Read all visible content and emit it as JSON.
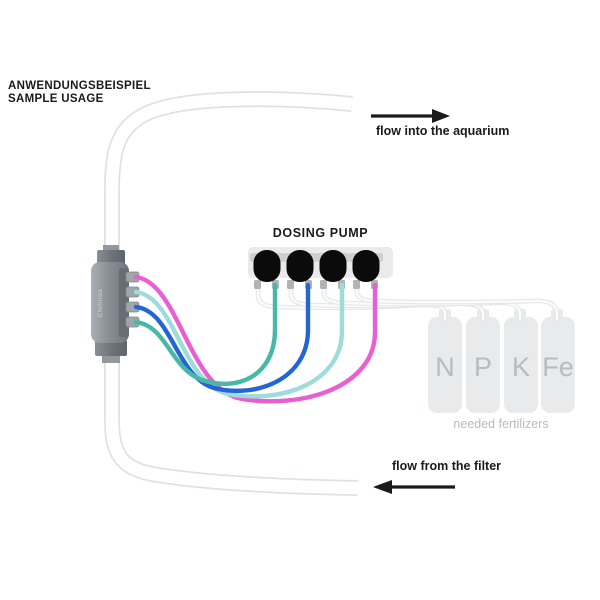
{
  "title": {
    "line1": "ANWENDUNGSBEISPIEL",
    "line2": "SAMPLE USAGE"
  },
  "labels": {
    "dosing_pump": "DOSING PUMP",
    "flow_in": "flow into the aquarium",
    "flow_out": "flow from the filter",
    "needed_fertilizers": "needed fertilizers",
    "device_brand": "Chihiros"
  },
  "bottles": [
    {
      "label": "N"
    },
    {
      "label": "P"
    },
    {
      "label": "K"
    },
    {
      "label": "Fe"
    }
  ],
  "icons": {
    "flow_in": "arrow-right-icon",
    "flow_out": "arrow-left-icon"
  },
  "colors": {
    "ink": "#1a1a1a",
    "tube_magenta": "#e95ed3",
    "tube_cyan": "#9edcd9",
    "tube_blue": "#2465d6",
    "tube_teal": "#45b9a6",
    "hose_edge": "#dfe2e4",
    "pump_body": "#e9eaeb",
    "pump_head": "#0b0b0b",
    "bottle_fill": "#e8eaeb",
    "muted_text": "#b6bcc0",
    "device_gray": "#8a9096"
  }
}
